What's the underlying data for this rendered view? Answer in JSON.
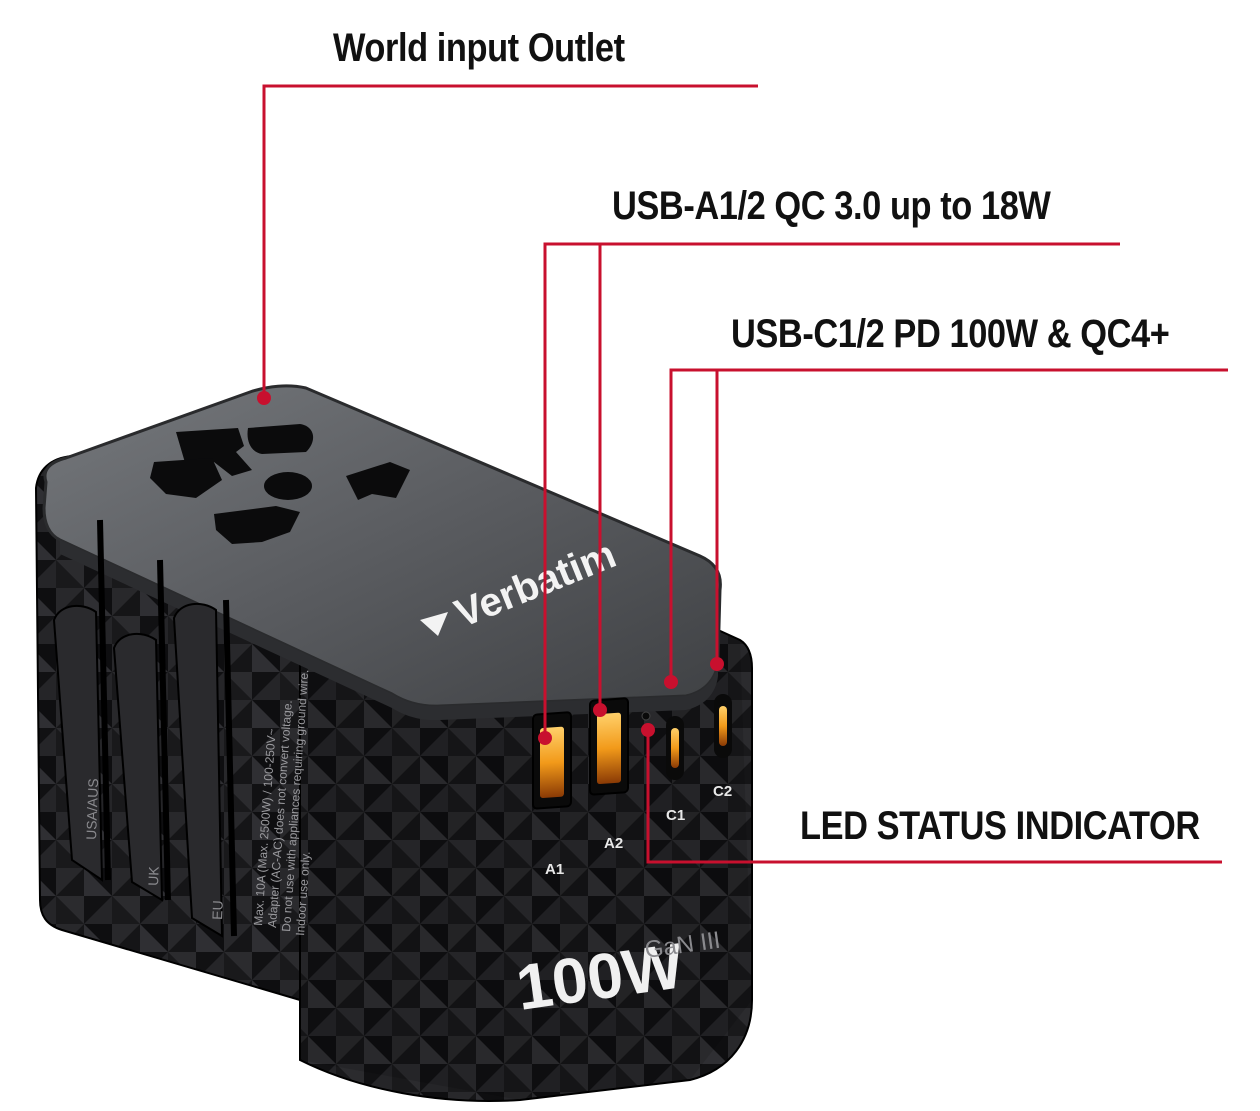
{
  "callouts": {
    "outlet": "World input Outlet",
    "usb_a": "USB-A1/2 QC 3.0 up to 18W",
    "usb_c": "USB-C1/2 PD 100W & QC4+",
    "led": "LED STATUS INDICATOR"
  },
  "product": {
    "brand": "Verbatim",
    "power": "100W",
    "tech": "GaN III",
    "ports": [
      "A1",
      "A2",
      "C1",
      "C2"
    ],
    "plug_labels": [
      "USA/AUS",
      "UK",
      "EU"
    ],
    "fine_print": [
      "Max. 10A (Max. 2500W) / 100-250V~",
      "Adapter (AC-AC) does not convert voltage.",
      "Do not use with appliances requiring ground wire.",
      "Indoor use only."
    ]
  },
  "colors": {
    "leader_line": "#c8102e",
    "body": "#1b1b1d",
    "plate": "#5e6064",
    "port_glow": "#f29a1a"
  }
}
